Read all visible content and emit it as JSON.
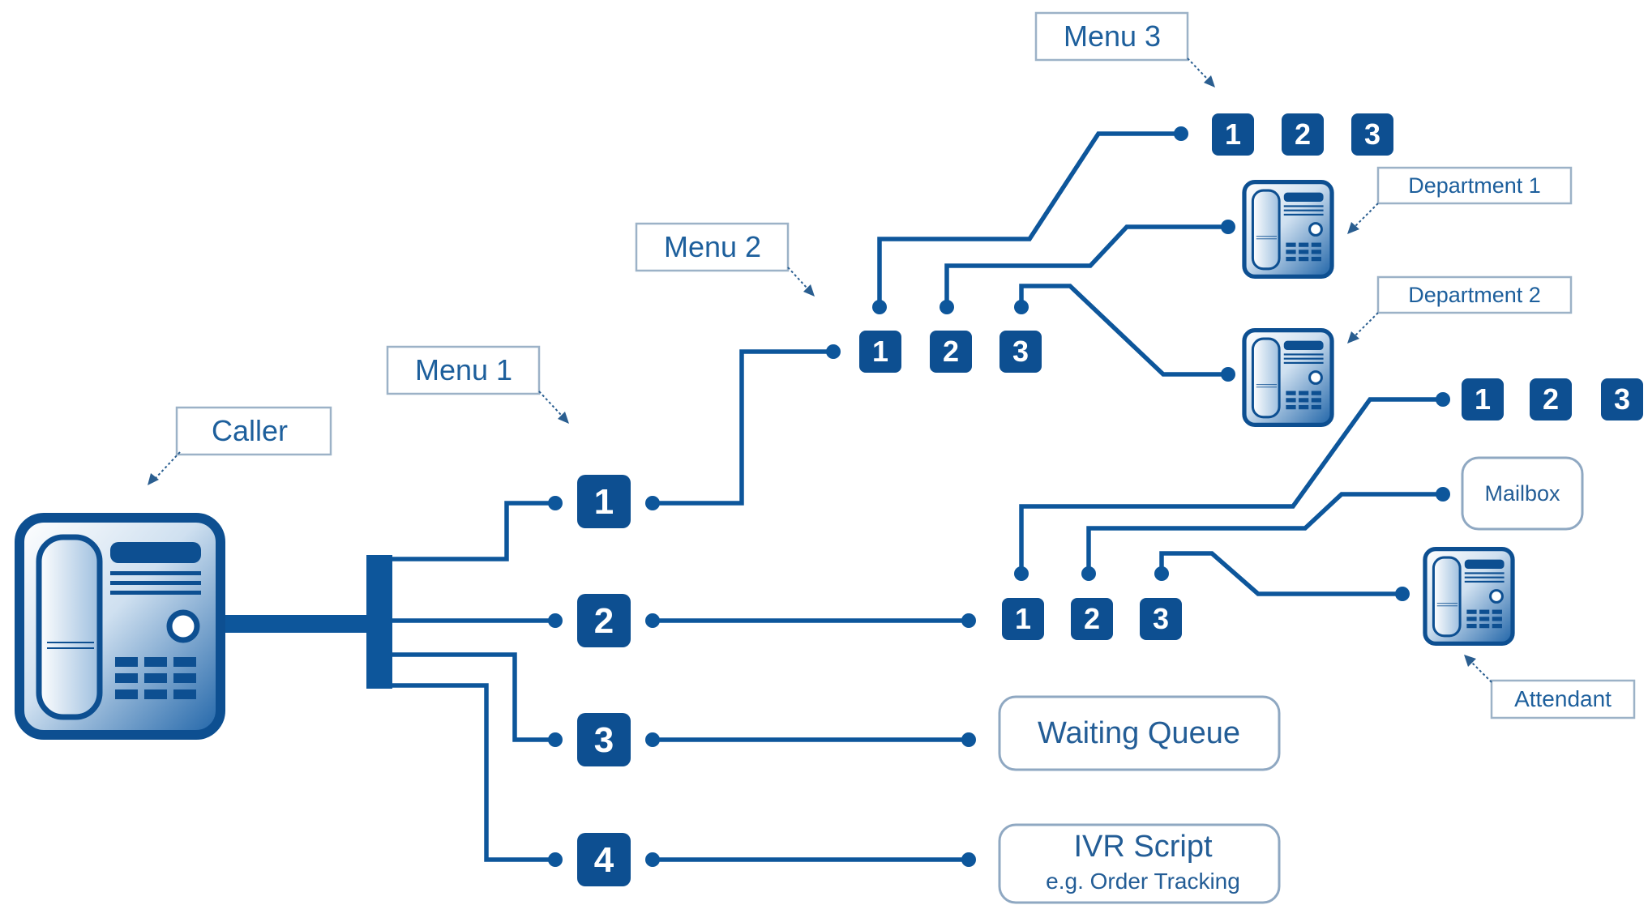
{
  "colors": {
    "primary": "#0d569b",
    "key_fill": "#0d4f91",
    "label_text": "#1d5f9c",
    "label_border": "#9cb2c7",
    "background": "#ffffff"
  },
  "labels": {
    "caller": "Caller",
    "menu1": "Menu 1",
    "menu2": "Menu 2",
    "menu3": "Menu 3",
    "department1": "Department 1",
    "department2": "Department 2",
    "attendant": "Attendant"
  },
  "menu1_keys": [
    "1",
    "2",
    "3",
    "4"
  ],
  "menu2_keys": [
    "1",
    "2",
    "3"
  ],
  "menu3_keys": [
    "1",
    "2",
    "3"
  ],
  "submenu_keys": [
    "1",
    "2",
    "3"
  ],
  "submenu_end_keys": [
    "1",
    "2",
    "3"
  ],
  "destinations": {
    "mailbox": "Mailbox",
    "waiting_queue": "Waiting Queue",
    "ivr_script_title": "IVR Script",
    "ivr_script_subtitle": "e.g. Order Tracking"
  },
  "icons": {
    "caller_phone": "desk-phone-icon",
    "department1_phone": "desk-phone-icon",
    "department2_phone": "desk-phone-icon",
    "attendant_phone": "desk-phone-icon"
  }
}
